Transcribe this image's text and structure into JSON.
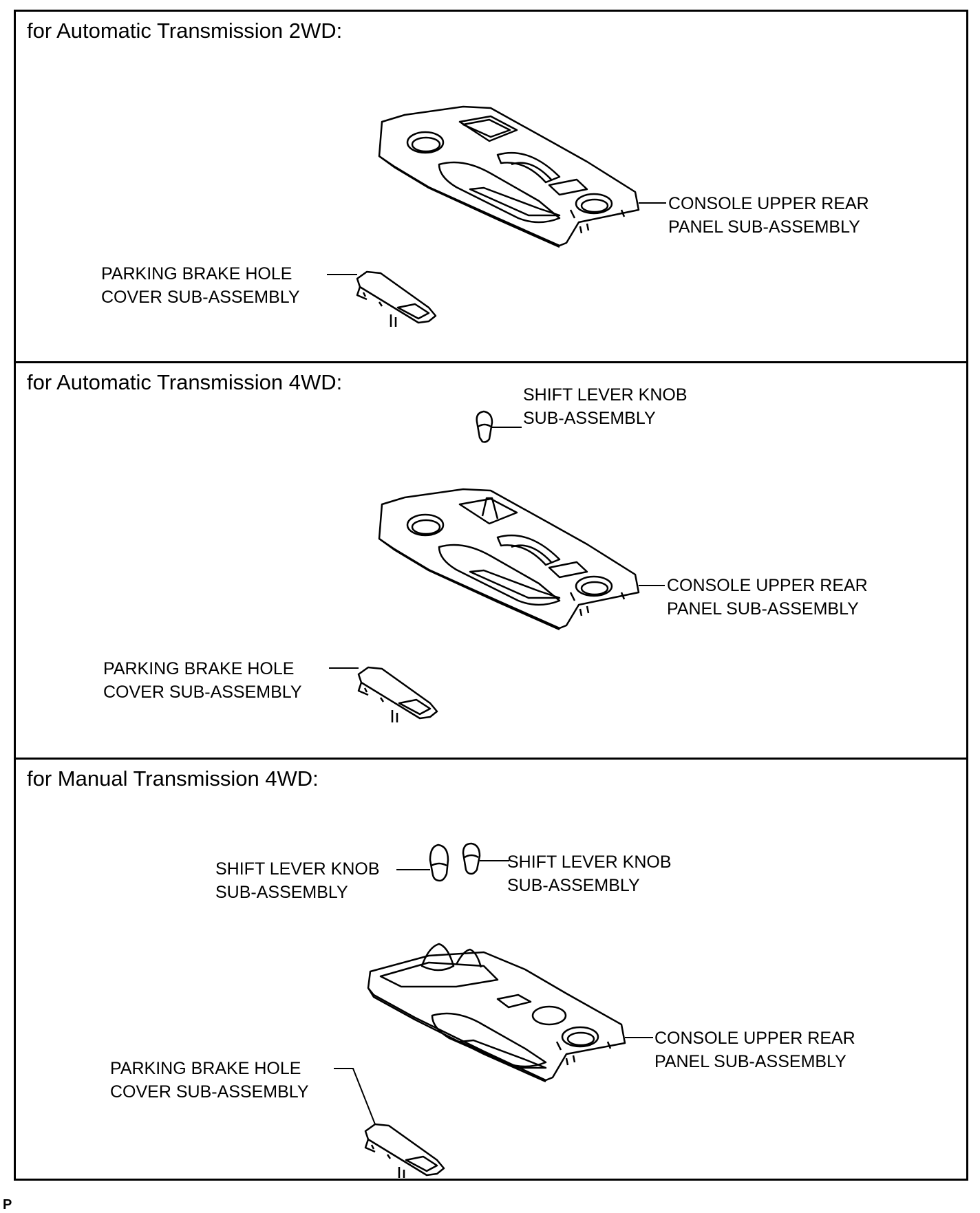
{
  "sections": [
    {
      "heading": "for Automatic Transmission 2WD:",
      "console_label": {
        "line1": "CONSOLE UPPER REAR",
        "line2": "PANEL SUB-ASSEMBLY"
      },
      "brake_label": {
        "line1": "PARKING BRAKE HOLE",
        "line2": "COVER SUB-ASSEMBLY"
      }
    },
    {
      "heading": "for Automatic Transmission 4WD:",
      "knob_label": {
        "line1": "SHIFT LEVER KNOB",
        "line2": "SUB-ASSEMBLY"
      },
      "console_label": {
        "line1": "CONSOLE UPPER REAR",
        "line2": "PANEL SUB-ASSEMBLY"
      },
      "brake_label": {
        "line1": "PARKING BRAKE HOLE",
        "line2": "COVER SUB-ASSEMBLY"
      }
    },
    {
      "heading": "for Manual Transmission 4WD:",
      "knob_left_label": {
        "line1": "SHIFT LEVER KNOB",
        "line2": "SUB-ASSEMBLY"
      },
      "knob_right_label": {
        "line1": "SHIFT LEVER KNOB",
        "line2": "SUB-ASSEMBLY"
      },
      "console_label": {
        "line1": "CONSOLE UPPER REAR",
        "line2": "PANEL SUB-ASSEMBLY"
      },
      "brake_label": {
        "line1": "PARKING BRAKE HOLE",
        "line2": "COVER SUB-ASSEMBLY"
      }
    }
  ],
  "footer_mark": "P"
}
